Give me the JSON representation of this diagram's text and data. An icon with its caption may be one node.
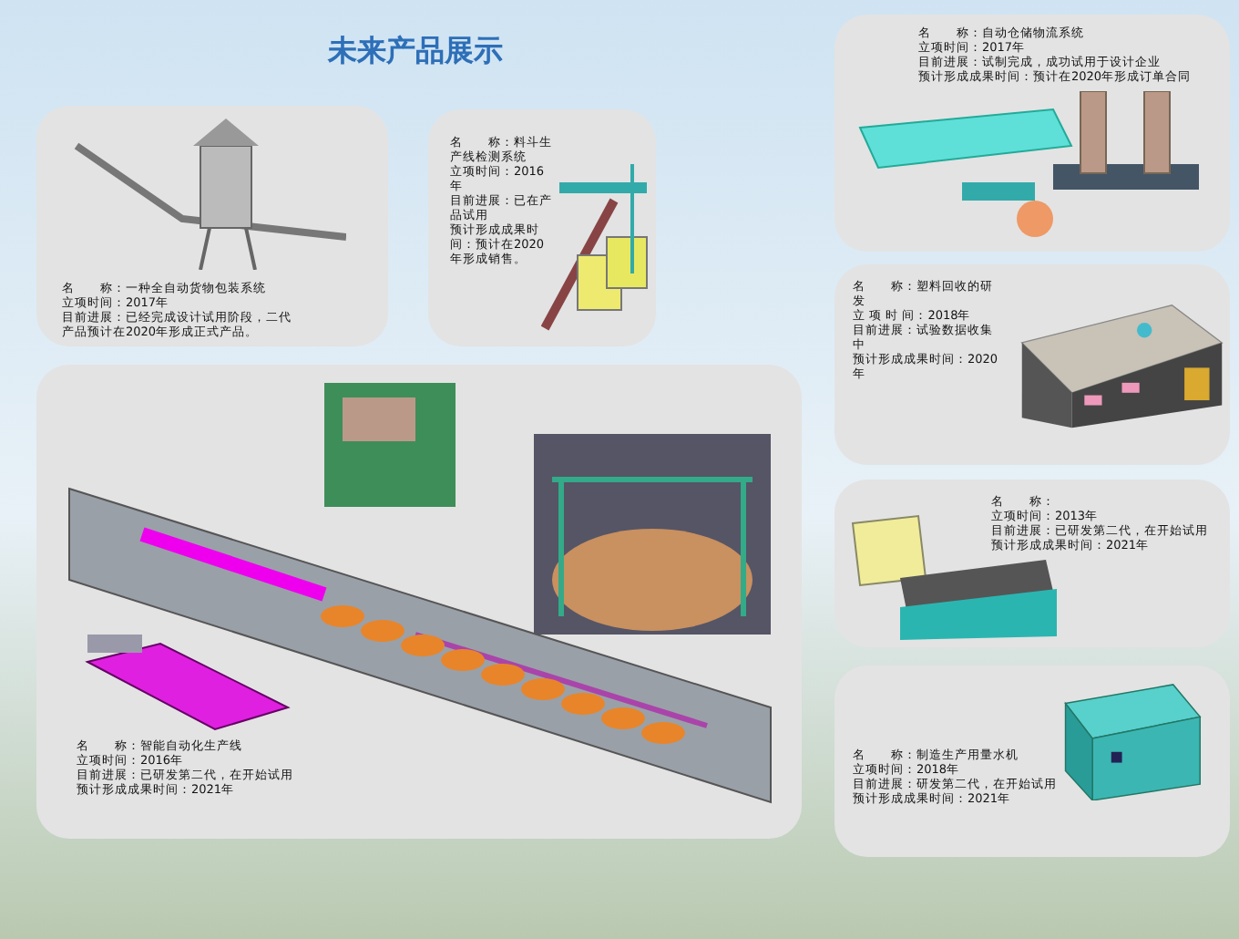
{
  "diagram": {
    "title": "未来产品展示",
    "nodes": [
      {
        "text": [
          "名　　称：一种全自动货物包装系统",
          "立项时间：2017年",
          "目前进展：已经完成设计试用阶段，二代",
          "产品预计在2020年形成正式产品。"
        ]
      },
      {
        "text": [
          "名　　称：料斗生产线检测系统",
          "立项时间：2016年",
          "目前进展：已在产品试用",
          "预计形成成果时间：预计在2020年形成销售。"
        ]
      },
      {
        "text": [
          "名　　称：自动仓储物流系统",
          "立项时间：2017年",
          "目前进展：试制完成，成功试用于设计企业",
          "预计形成成果时间：预计在2020年形成订单合同"
        ]
      },
      {
        "text": [
          "名　　称：塑料回收的研发",
          "立 项 时 间：2018年",
          "目前进展：试验数据收集中",
          "预计形成成果时间：2020年"
        ]
      },
      {
        "text": [
          "名　　称：",
          "立项时间：2013年",
          "目前进展：已研发第二代，在开始试用",
          "预计形成成果时间：2021年"
        ]
      },
      {
        "text": [
          "名　　称：制造生产用量水机",
          "立项时间：2018年",
          "目前进展：研发第二代，在开始试用",
          "预计形成成果时间：2021年"
        ]
      },
      {
        "text": [
          "名　　称：智能自动化生产线",
          "立项时间：2016年",
          "目前进展：已研发第二代，在开始试用",
          "预计形成成果时间：2021年"
        ]
      }
    ]
  }
}
